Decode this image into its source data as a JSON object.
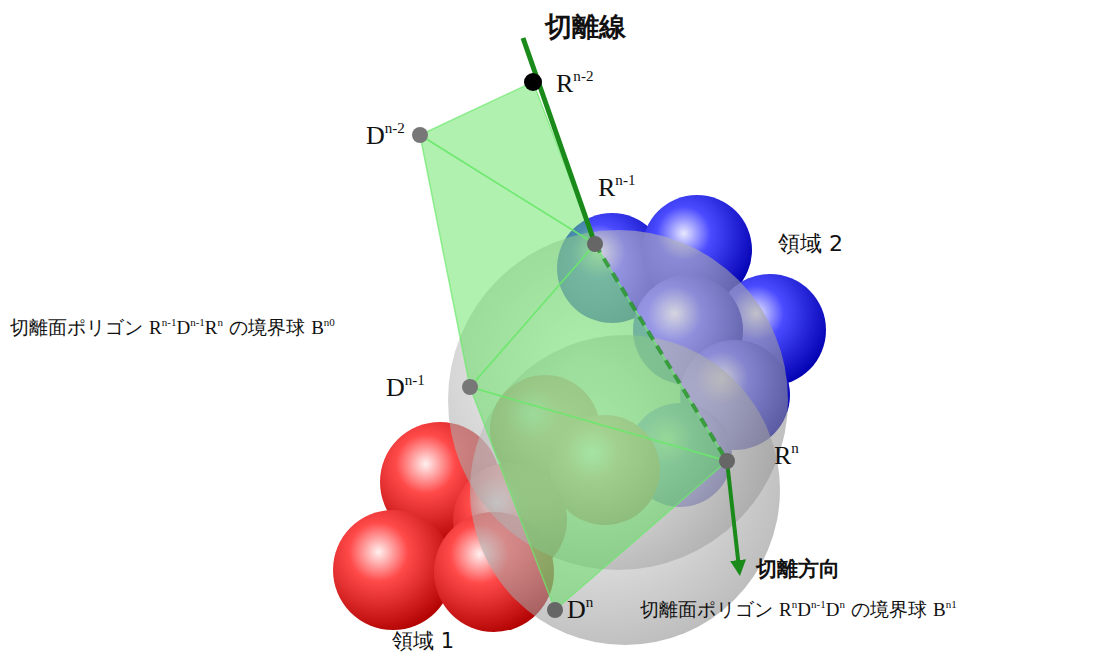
{
  "diagram": {
    "labels": [
      "切離線",
      "Rn-2",
      "Dn-2",
      "Rn-1",
      "領域 2",
      "切離面ポリゴン Rn-1Dn-1Rn の境界球 Bn0",
      "Dn-1",
      "Rn",
      "切離方向",
      "切離面ポリゴン RnDn-1Dn の境界球 Bn1",
      "Dn",
      "領域 1"
    ]
  }
}
